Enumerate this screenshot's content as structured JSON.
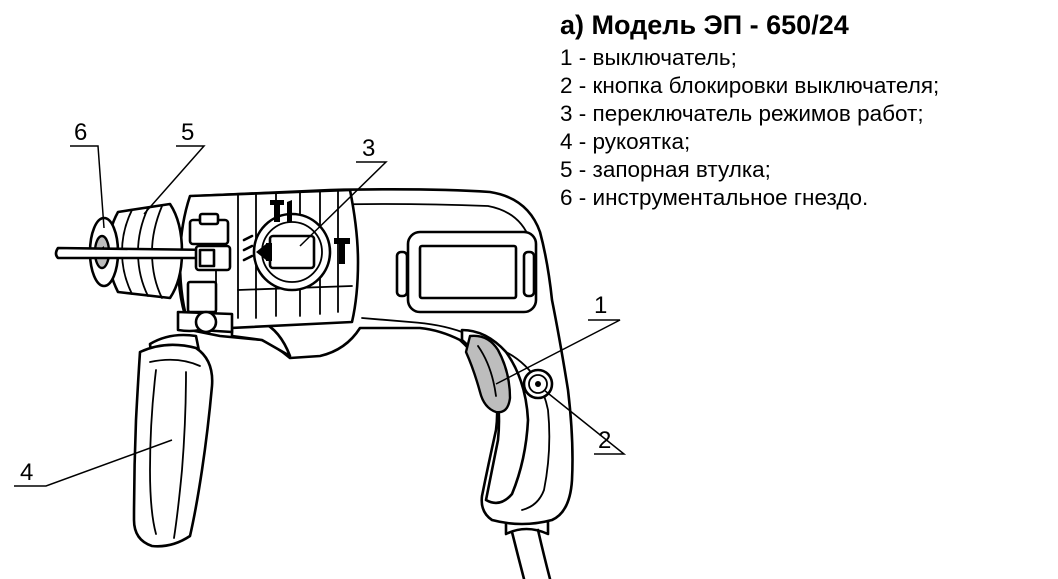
{
  "legend": {
    "title": "а) Модель ЭП - 650/24",
    "items": [
      "1 - выключатель;",
      "2 - кнопка блокировки выключателя;",
      "3 - переключатель режимов работ;",
      "4 - рукоятка;",
      "5 - запорная втулка;",
      "6 - инструментальное гнездо."
    ]
  },
  "callouts": {
    "c1": "1",
    "c2": "2",
    "c3": "3",
    "c4": "4",
    "c5": "5",
    "c6": "6"
  }
}
